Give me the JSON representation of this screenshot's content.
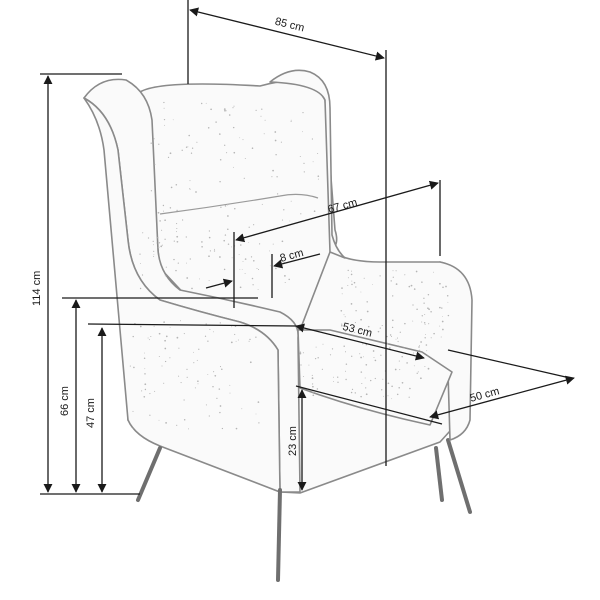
{
  "dimensions": {
    "width_overall": "85 cm",
    "seat_depth_top": "67 cm",
    "armrest_width": "8 cm",
    "seat_depth": "53 cm",
    "seat_width": "50 cm",
    "height_overall": "114 cm",
    "armrest_height": "66 cm",
    "seat_height": "47 cm",
    "leg_height": "23 cm"
  },
  "colors": {
    "outline": "#8a8a8a",
    "dimension": "#1a1a1a"
  }
}
